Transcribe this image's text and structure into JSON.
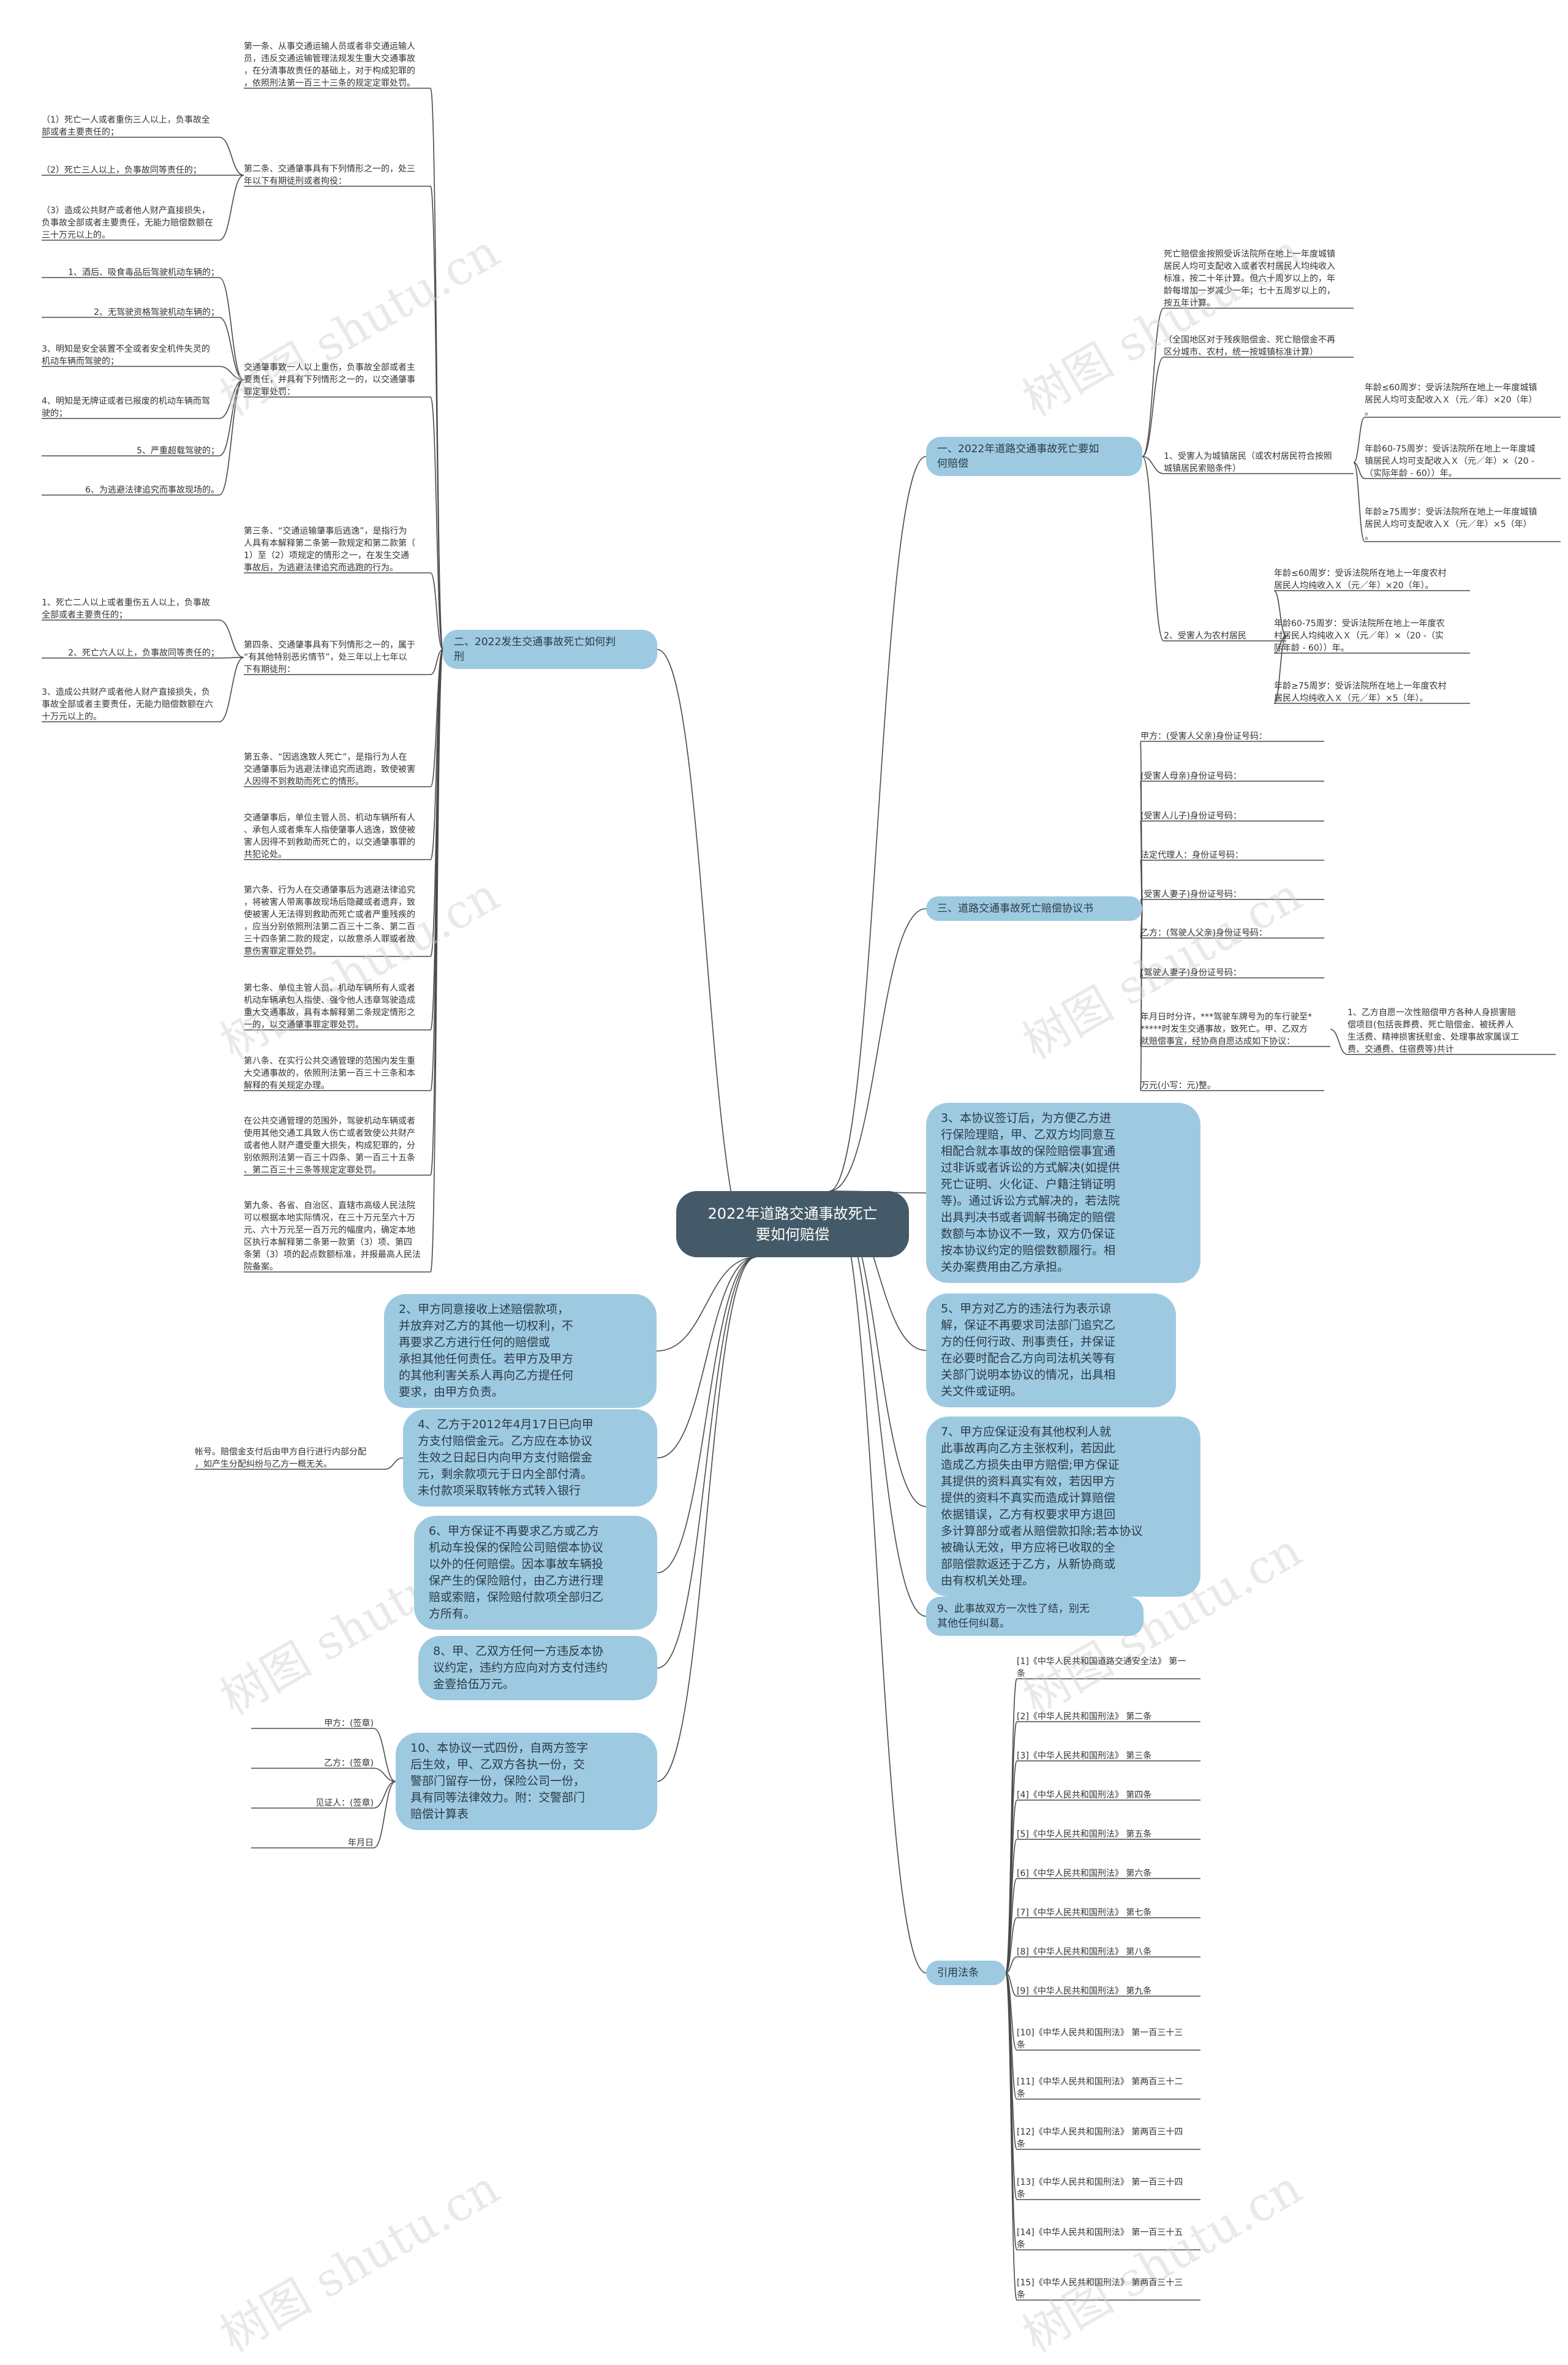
{
  "root": "2022年道路交通事故死亡\n要如何赔偿",
  "watermark": "树图 shutu.cn",
  "left": {
    "b1": {
      "label": "二、2022发生交通事故死亡如何判\n刑",
      "items": [
        "第一条、从事交通运输人员或者非交通运输人\n员，违反交通运输管理法规发生重大交通事故\n，在分清事故责任的基础上，对于构成犯罪的\n，依照刑法第一百三十三条的规定定罪处罚。",
        "第二条、交通肇事具有下列情形之一的，处三\n年以下有期徒刑或者拘役：",
        "交通肇事致一人以上重伤，负事故全部或者主\n要责任，并具有下列情形之一的，以交通肇事\n罪定罪处罚：",
        "第三条、“交通运输肇事后逃逸”，是指行为\n人具有本解释第二条第一款规定和第二款第（\n1）至（2）项规定的情形之一，在发生交通\n事故后，为逃避法律追究而逃跑的行为。",
        "第四条、交通肇事具有下列情形之一的，属于\n“有其他特别恶劣情节”，处三年以上七年以\n下有期徒刑：",
        "第五条、“因逃逸致人死亡”，是指行为人在\n交通肇事后为逃避法律追究而逃跑，致使被害\n人因得不到救助而死亡的情形。",
        "交通肇事后，单位主管人员、机动车辆所有人\n、承包人或者乘车人指使肇事人逃逸，致使被\n害人因得不到救助而死亡的，以交通肇事罪的\n共犯论处。",
        "第六条、行为人在交通肇事后为逃避法律追究\n，将被害人带离事故现场后隐藏或者遗弃，致\n使被害人无法得到救助而死亡或者严重残疾的\n，应当分别依照刑法第二百三十二条、第二百\n三十四条第二款的规定，以故意杀人罪或者故\n意伤害罪定罪处罚。",
        "第七条、单位主管人员、机动车辆所有人或者\n机动车辆承包人指使、强令他人违章驾驶造成\n重大交通事故，具有本解释第二条规定情形之\n一的，以交通肇事罪定罪处罚。",
        "第八条、在实行公共交通管理的范围内发生重\n大交通事故的，依照刑法第一百三十三条和本\n解释的有关规定办理。",
        "在公共交通管理的范围外，驾驶机动车辆或者\n使用其他交通工具致人伤亡或者致使公共财产\n或者他人财产遭受重大损失，构成犯罪的，分\n别依照刑法第一百三十四条、第一百三十五条\n、第二百三十三条等规定定罪处罚。",
        "第九条、各省、自治区、直辖市高级人民法院\n可以根据本地实际情况，在三十万元至六十万\n元、六十万元至一百万元的幅度内，确定本地\n区执行本解释第二条第一款第（3）项、第四\n条第（3）项的起点数额标准，并报最高人民法\n院备案。"
      ],
      "sub2": [
        "（1）死亡一人或者重伤三人以上，负事故全\n部或者主要责任的；",
        "（2）死亡三人以上，负事故同等责任的；",
        "（3）造成公共财产或者他人财产直接损失，\n负事故全部或者主要责任，无能力赔偿数额在\n三十万元以上的。"
      ],
      "sub3": [
        "1、酒后、吸食毒品后驾驶机动车辆的；",
        "2、无驾驶资格驾驶机动车辆的；",
        "3、明知是安全装置不全或者安全机件失灵的\n机动车辆而驾驶的；",
        "4、明知是无牌证或者已报废的机动车辆而驾\n驶的；",
        "5、严重超载驾驶的；",
        "6、为逃避法律追究而事故现场的。"
      ],
      "sub5": [
        "1、死亡二人以上或者重伤五人以上，负事故\n全部或者主要责任的；",
        "2、死亡六人以上，负事故同等责任的；",
        "3、造成公共财产或者他人财产直接损失，负\n事故全部或者主要责任，无能力赔偿数额在六\n十万元以上的。"
      ]
    },
    "p2": "2、甲方同意接收上述赔偿款项，\n并放弃对乙方的其他一切权利，不\n再要求乙方进行任何的赔偿或\n承担其他任何责任。若甲方及甲方\n的其他利害关系人再向乙方提任何\n要求，由甲方负责。",
    "p4": "4、乙方于2012年4月17日已向甲\n方支付赔偿金元。乙方应在本协议\n生效之日起日内向甲方支付赔偿金\n元，剩余款项元于日内全部付清。\n未付款项采取转帐方式转入银行",
    "p4_child": "帐号。赔偿金支付后由甲方自行进行内部分配\n，如产生分配纠纷与乙方一概无关。",
    "p6": "6、甲方保证不再要求乙方或乙方\n机动车投保的保险公司赔偿本协议\n以外的任何赔偿。因本事故车辆投\n保产生的保险赔付，由乙方进行理\n赔或索赔，保险赔付款项全部归乙\n方所有。",
    "p8": "8、甲、乙双方任何一方违反本协\n议约定，违约方应向对方支付违约\n金壹拾伍万元。",
    "p10": "10、本协议一式四份，自两方签字\n后生效，甲、乙双方各执一份，交\n警部门留存一份，保险公司一份，\n具有同等法律效力。附：交警部门\n赔偿计算表",
    "sign": [
      "甲方：(签章)",
      "乙方：(签章)",
      "见证人：(签章)",
      "年月日"
    ]
  },
  "right": {
    "r1": {
      "label": "一、2022年道路交通事故死亡要如\n何赔偿",
      "items": [
        "死亡赔偿金按照受诉法院所在地上一年度城镇\n居民人均可支配收入或者农村居民人均纯收入\n标准，按二十年计算。但六十周岁以上的，年\n龄每增加一岁减少一年；七十五周岁以上的，\n按五年计算。",
        "（全国地区对于残疾赔偿金、死亡赔偿金不再\n区分城市、农村，统一按城镇标准计算）",
        "1、受害人为城镇居民（或农村居民符合按照\n城镇居民索赔条件）",
        "2、受害人为农村居民"
      ],
      "urban": [
        "年龄≤60周岁：受诉法院所在地上一年度城镇\n居民人均可支配收入Ｘ（元／年）×20（年）\n。",
        "年龄60-75周岁：受诉法院所在地上一年度城\n镇居民人均可支配收入Ｘ（元／年）×（20 -\n（实际年龄 - 60））年。",
        "年龄≥75周岁：受诉法院所在地上一年度城镇\n居民人均可支配收入Ｘ（元／年）×5（年）\n。"
      ],
      "rural": [
        "年龄≤60周岁：受诉法院所在地上一年度农村\n居民人均纯收入Ｘ（元／年）×20（年）。",
        "年龄60-75周岁：受诉法院所在地上一年度农\n村居民人均纯收入Ｘ（元／年）×（20 -（实\n际年龄 - 60））年。",
        "年龄≥75周岁：受诉法院所在地上一年度农村\n居民人均纯收入Ｘ（元／年）×5（年）。"
      ]
    },
    "r3": {
      "label": "三、道路交通事故死亡赔偿协议书",
      "items": [
        "甲方：(受害人父亲)身份证号码：",
        "(受害人母亲)身份证号码：",
        "(受害人儿子)身份证号码：",
        "法定代理人：身份证号码：",
        "(受害人妻子)身份证号码：",
        "乙方：(驾驶人父亲)身份证号码：",
        "(驾驶人妻子)身份证号码：",
        "年月日时分许，***驾驶车牌号为的车行驶至*\n*****时发生交通事故，致死亡。甲、乙双方\n就赔偿事宜，经协商自愿达成如下协议：",
        "万元(小写：元)整。"
      ],
      "item8_child": "1、乙方自愿一次性赔偿甲方各种人身损害赔\n偿项目(包括丧葬费、死亡赔偿金、被抚养人\n生活费、精神损害抚慰金、处理事故家属误工\n费、交通费、住宿费等)共计"
    },
    "p3": "3、本协议签订后，为方便乙方进\n行保险理赔，甲、乙双方均同意互\n相配合就本事故的保险赔偿事宜通\n过非诉或者诉讼的方式解决(如提供\n死亡证明、火化证、户籍注销证明\n等)。通过诉讼方式解决的，若法院\n出具判决书或者调解书确定的赔偿\n数额与本协议不一致，双方仍保证\n按本协议约定的赔偿数额履行。相\n关办案费用由乙方承担。",
    "p5": "5、甲方对乙方的违法行为表示谅\n解，保证不再要求司法部门追究乙\n方的任何行政、刑事责任，并保证\n在必要时配合乙方向司法机关等有\n关部门说明本协议的情况，出具相\n关文件或证明。",
    "p7": "7、甲方应保证没有其他权利人就\n此事故再向乙方主张权利，若因此\n造成乙方损失由甲方赔偿;甲方保证\n其提供的资料真实有效，若因甲方\n提供的资料不真实而造成计算赔偿\n依据错误，乙方有权要求甲方退回\n多计算部分或者从赔偿款扣除;若本协议\n被确认无效，甲方应将已收取的全\n部赔偿款返还于乙方，从新协商或\n由有权机关处理。",
    "p9": "9、此事故双方一次性了结，别无\n其他任何纠葛。",
    "refs": {
      "label": "引用法条",
      "items": [
        "[1]《中华人民共和国道路交通安全法》 第一\n条",
        "[2]《中华人民共和国刑法》 第二条",
        "[3]《中华人民共和国刑法》 第三条",
        "[4]《中华人民共和国刑法》 第四条",
        "[5]《中华人民共和国刑法》 第五条",
        "[6]《中华人民共和国刑法》 第六条",
        "[7]《中华人民共和国刑法》 第七条",
        "[8]《中华人民共和国刑法》 第八条",
        "[9]《中华人民共和国刑法》 第九条",
        "[10]《中华人民共和国刑法》 第一百三十三\n条",
        "[11]《中华人民共和国刑法》 第两百三十二\n条",
        "[12]《中华人民共和国刑法》 第两百三十四\n条",
        "[13]《中华人民共和国刑法》 第一百三十四\n条",
        "[14]《中华人民共和国刑法》 第一百三十五\n条",
        "[15]《中华人民共和国刑法》 第两百三十三\n条"
      ]
    }
  },
  "colors": {
    "branch": "#9ecae1",
    "root": "#445a68",
    "line": "#4a4a4a"
  }
}
